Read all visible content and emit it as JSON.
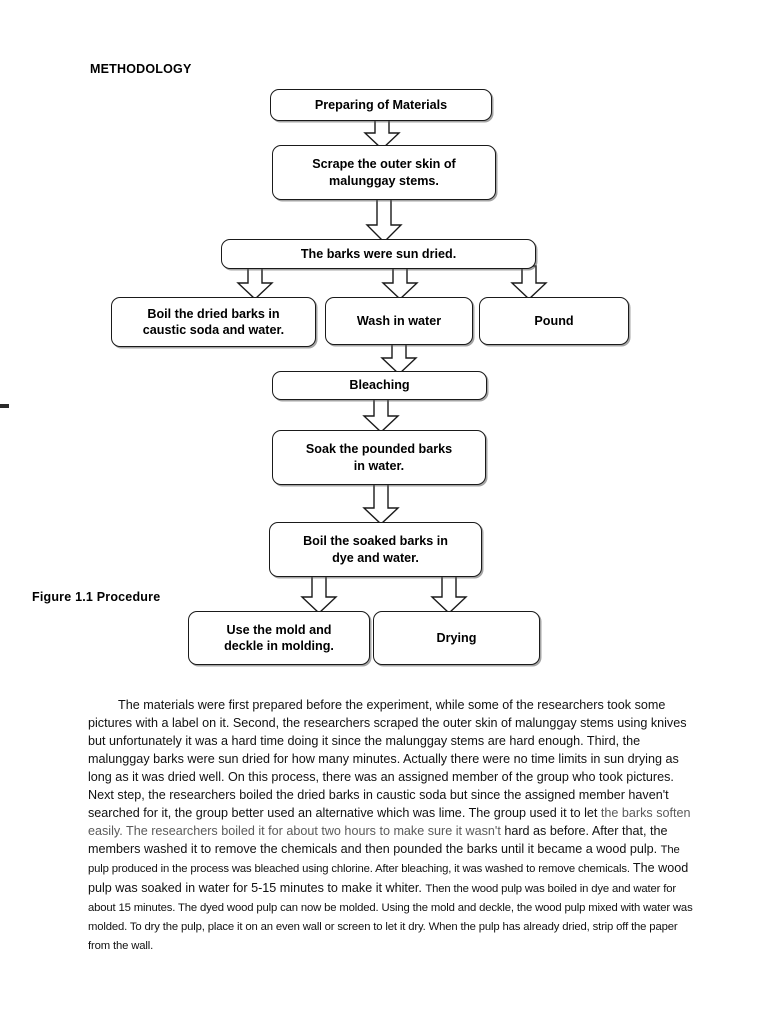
{
  "document": {
    "heading": "METHODOLOGY",
    "figure_caption": "Figure 1.1 Procedure"
  },
  "flowchart": {
    "title": "Procedure",
    "nodes": [
      {
        "id": "preparing",
        "label": "Preparing of Materials",
        "lines": [
          "Preparing of Materials"
        ]
      },
      {
        "id": "scrape",
        "label": "Scrape the outer skin of malunggay stems.",
        "lines": [
          "Scrape the outer skin of",
          "malunggay stems."
        ]
      },
      {
        "id": "sundried",
        "label": "The barks were sun dried.",
        "lines": [
          "The barks were sun dried."
        ]
      },
      {
        "id": "boil-caustic",
        "label": "Boil the dried barks in caustic soda and water.",
        "lines": [
          "Boil the dried barks in",
          "caustic soda and water."
        ]
      },
      {
        "id": "wash",
        "label": "Wash in water",
        "lines": [
          "Wash in water"
        ]
      },
      {
        "id": "pound",
        "label": "Pound",
        "lines": [
          "Pound"
        ]
      },
      {
        "id": "bleaching",
        "label": "Bleaching",
        "lines": [
          "Bleaching"
        ]
      },
      {
        "id": "soak",
        "label": "Soak the pounded barks in water.",
        "lines": [
          "Soak the pounded barks",
          "in water."
        ]
      },
      {
        "id": "boil-dye",
        "label": "Boil the soaked barks in dye and water.",
        "lines": [
          "Boil the soaked barks in",
          "dye and water."
        ]
      },
      {
        "id": "mold",
        "label": "Use the mold and deckle in molding.",
        "lines": [
          "Use the mold and",
          "deckle in molding."
        ]
      },
      {
        "id": "drying",
        "label": "Drying",
        "lines": [
          "Drying"
        ]
      }
    ],
    "edges": [
      {
        "from": "preparing",
        "to": "scrape"
      },
      {
        "from": "scrape",
        "to": "sundried"
      },
      {
        "from": "sundried",
        "to": "boil-caustic"
      },
      {
        "from": "sundried",
        "to": "wash"
      },
      {
        "from": "sundried",
        "to": "pound"
      },
      {
        "from": "wash",
        "to": "bleaching"
      },
      {
        "from": "bleaching",
        "to": "soak"
      },
      {
        "from": "soak",
        "to": "boil-dye"
      },
      {
        "from": "boil-dye",
        "to": "mold"
      },
      {
        "from": "boil-dye",
        "to": "drying"
      }
    ],
    "arrow_style": "hollow-block-arrow",
    "box_style": "rounded-rectangle-with-shadow",
    "colors": {
      "stroke": "#1a1a1a",
      "fill": "#ffffff",
      "shadow": "#5a5a5a"
    }
  },
  "body": {
    "segments": [
      {
        "text": "The materials were first prepared before the experiment, while some of the researchers took some pictures with a label on it. Second, the researchers scraped the outer skin of malunggay stems using knives but unfortunately it was a hard time doing it since the malunggay stems are hard enough. Third, the malunggay barks were sun dried for how many minutes.  Actually there were no time limits in sun drying as long as it was dried well.  On this process, there was an assigned member of the group who took pictures. Next step, the researchers boiled the dried barks in caustic soda but since the assigned mem",
        "style": "normal"
      },
      {
        "text": "ber haven't searched for it, the group better used an alternative which was lime. The group used it to let ",
        "style": "normal"
      },
      {
        "text": "the barks soften easily. The researchers boiled it for about two hours to make sure it wasn't ",
        "style": "faded"
      },
      {
        "text": "hard as before. After that, the members washed it to remove the chemicals and then pounded the barks until it became a wood pulp. ",
        "style": "normal"
      },
      {
        "text": "The pulp produced in the process was bleached using chlorine. After bleaching, it was washed to remove chemicals. ",
        "style": "tight"
      },
      {
        "text": "The wood pulp was soaked in water for 5-15 minutes to make it whiter. ",
        "style": "normal"
      },
      {
        "text": "Then the wood pulp was boiled in dye and water for about 15 minutes. The dyed wood pulp can now be molded. Using the mold and deckle, the wood pulp mixed with water was molded. To dry the pulp, place it on an even wall or screen to let it dry. When the pulp has already dried, strip off the paper from the wall.",
        "style": "tight"
      }
    ]
  }
}
